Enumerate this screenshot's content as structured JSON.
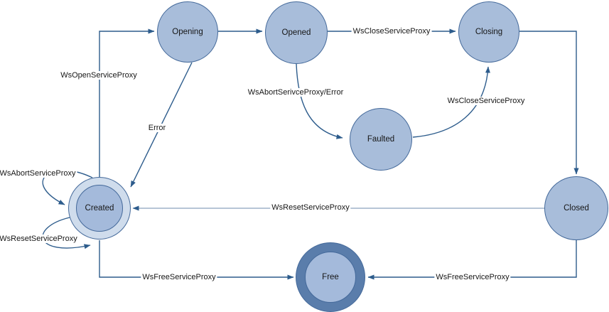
{
  "diagram": {
    "type": "state-machine",
    "background": "#ffffff",
    "colors": {
      "state_fill": "#a8bdda",
      "state_border": "#44699a",
      "initial_state_outer_ring_fill": "#cfdcec",
      "final_state_outer_ring_fill": "#5a7dab",
      "edge_stroke": "#2d5c8c",
      "reset_edge_stroke": "#8aa2bd",
      "label_text": "#161616"
    },
    "states": [
      {
        "id": "opening",
        "label": "Opening",
        "kind": "simple"
      },
      {
        "id": "opened",
        "label": "Opened",
        "kind": "simple"
      },
      {
        "id": "closing",
        "label": "Closing",
        "kind": "simple"
      },
      {
        "id": "faulted",
        "label": "Faulted",
        "kind": "simple"
      },
      {
        "id": "created",
        "label": "Created",
        "kind": "double-circle-light-ring"
      },
      {
        "id": "closed",
        "label": "Closed",
        "kind": "simple"
      },
      {
        "id": "free",
        "label": "Free",
        "kind": "double-circle-dark-ring"
      }
    ],
    "transitions": [
      {
        "from": "Created",
        "to": "Opening",
        "label": "WsOpenServiceProxy"
      },
      {
        "from": "Opening",
        "to": "Opened",
        "label": ""
      },
      {
        "from": "Opened",
        "to": "Closing",
        "label": "WsCloseServiceProxy"
      },
      {
        "from": "Closing",
        "to": "Closed",
        "label": ""
      },
      {
        "from": "Opening",
        "to": "Created",
        "label": "Error"
      },
      {
        "from": "Opened",
        "to": "Faulted",
        "label": "WsAbortSerivceProxy/Error"
      },
      {
        "from": "Faulted",
        "to": "Closing",
        "label": "WsCloseServiceProxy"
      },
      {
        "from": "Closed",
        "to": "Created",
        "label": "WsResetServiceProxy"
      },
      {
        "from": "Created",
        "to": "Created",
        "label": "WsAbortServiceProxy"
      },
      {
        "from": "Created",
        "to": "Created",
        "label": "WsResetServiceProxy"
      },
      {
        "from": "Created",
        "to": "Free",
        "label": "WsFreeServiceProxy"
      },
      {
        "from": "Closed",
        "to": "Free",
        "label": "WsFreeServiceProxy"
      }
    ]
  }
}
